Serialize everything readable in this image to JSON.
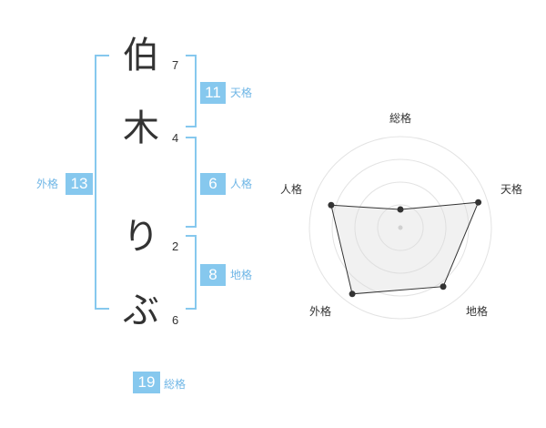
{
  "name_chars": [
    {
      "char": "伯",
      "strokes": "7"
    },
    {
      "char": "木",
      "strokes": "4"
    },
    {
      "char": "り",
      "strokes": "2"
    },
    {
      "char": "ぶ",
      "strokes": "6"
    }
  ],
  "scores": {
    "tenkaku": {
      "value": "11",
      "label": "天格"
    },
    "jinkaku": {
      "value": "6",
      "label": "人格"
    },
    "chikaku": {
      "value": "8",
      "label": "地格"
    },
    "gaikaku": {
      "value": "13",
      "label": "外格"
    },
    "soukaku": {
      "value": "19",
      "label": "総格"
    }
  },
  "colors": {
    "accent": "#86c8ee",
    "label": "#6fb6e6",
    "text": "#333333"
  },
  "chart_data": {
    "type": "radar",
    "categories": [
      "総格",
      "天格",
      "地格",
      "外格",
      "人格"
    ],
    "values": [
      0.2,
      0.9,
      0.8,
      0.9,
      0.8
    ],
    "rings": 4
  }
}
